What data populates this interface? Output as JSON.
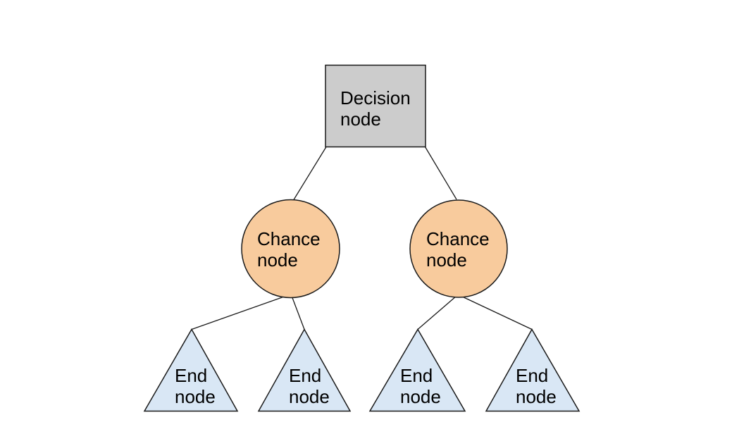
{
  "colors": {
    "background": "#ffffff",
    "decision_fill": "#cccccc",
    "chance_fill": "#f8cb9d",
    "end_fill": "#d9e7f5",
    "stroke": "#1a1a1a",
    "connector": "#1a1a1a",
    "text": "#000000"
  },
  "nodes": {
    "decision": {
      "label": "Decision node",
      "shape": "square"
    },
    "chance_left": {
      "label": "Chance node",
      "shape": "circle"
    },
    "chance_right": {
      "label": "Chance node",
      "shape": "circle"
    },
    "end_1": {
      "label": "End node",
      "shape": "triangle"
    },
    "end_2": {
      "label": "End node",
      "shape": "triangle"
    },
    "end_3": {
      "label": "End node",
      "shape": "triangle"
    },
    "end_4": {
      "label": "End node",
      "shape": "triangle"
    }
  },
  "edges": [
    {
      "from": "decision",
      "to": "chance_left"
    },
    {
      "from": "decision",
      "to": "chance_right"
    },
    {
      "from": "chance_left",
      "to": "end_1"
    },
    {
      "from": "chance_left",
      "to": "end_2"
    },
    {
      "from": "chance_right",
      "to": "end_3"
    },
    {
      "from": "chance_right",
      "to": "end_4"
    }
  ]
}
